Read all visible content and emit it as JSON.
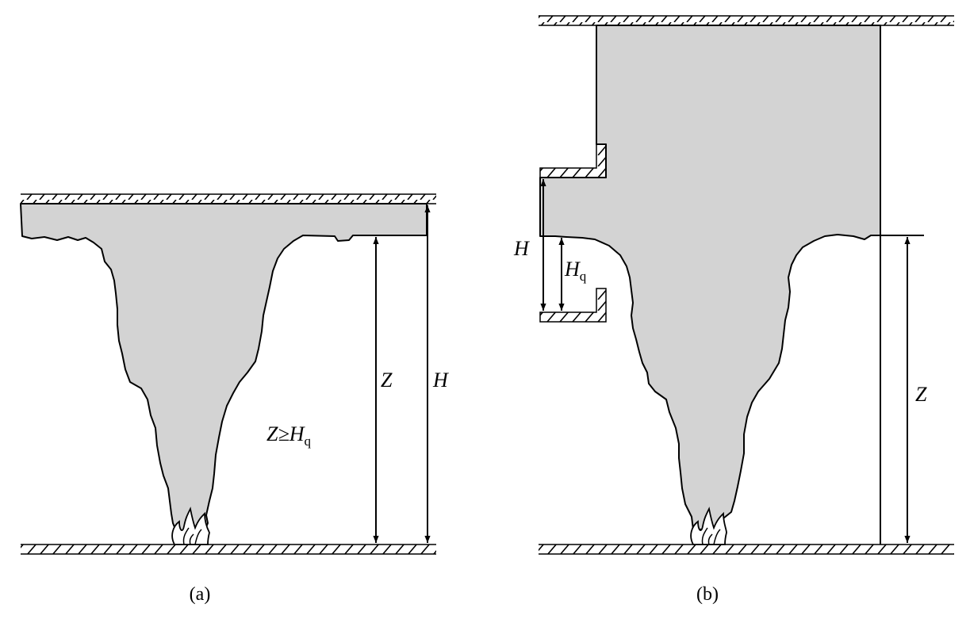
{
  "diagram_a": {
    "label_Z": "Z",
    "label_H": "H",
    "condition": {
      "left": "Z≥",
      "var": "H",
      "subscript": "q"
    },
    "caption": "(a)"
  },
  "diagram_b": {
    "label_H": "H",
    "label_Hq": {
      "var": "H",
      "subscript": "q"
    },
    "label_Z": "Z",
    "caption": "(b)"
  }
}
